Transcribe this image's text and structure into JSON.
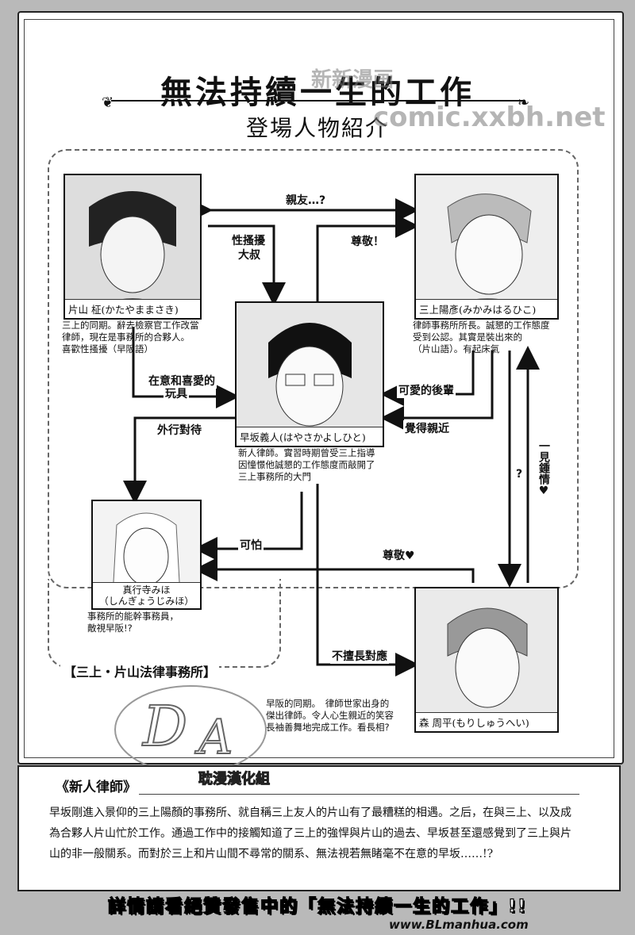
{
  "header": {
    "title": "無法持續一生的工作",
    "subtitle": "登場人物紹介",
    "watermark_cn": "新新漫画",
    "watermark_url": "comic.xxbh.net"
  },
  "characters": {
    "katayama": {
      "name": "片山 柾(かたやままさき)",
      "desc": [
        "三上的同期。辭去檢察官工作改當",
        "律師，現在是事務所的合夥人。",
        "喜歡性搔擾（早阪語）"
      ]
    },
    "mikami": {
      "name": "三上陽彥(みかみはるひこ)",
      "desc": [
        "律師事務所所長。誠懇的工作態度",
        "受到公認。其實是裝出來的",
        "（片山語）。有起床氣"
      ]
    },
    "hayasaka": {
      "name": "早坂義人(はやさかよしひと)",
      "desc": [
        "新人律師。實習時期曾受三上指導",
        "因憧憬他誠懇的工作態度而敲開了",
        "三上事務所的大門"
      ]
    },
    "shingyouji": {
      "name": "真行寺みほ",
      "kana": "（しんぎょうじみほ）",
      "desc": [
        "事務所的能幹事務員，",
        "敵視早阪!?"
      ]
    },
    "mori": {
      "name": "森 周平(もりしゅうへい)",
      "desc": [
        "早阪的同期。　律師世家出身的",
        "傑出律師。令人心生親近的笑容",
        "長袖善舞地完成工作。看長相?"
      ]
    }
  },
  "relations": {
    "friend": "親友…?",
    "harass": "性搔擾",
    "uncle": "大叔",
    "respect": "尊敬！",
    "care1": "在意和喜愛的",
    "care2": "玩具",
    "cute_junior": "可愛的後輩",
    "feel_close": "覺得親近",
    "outsider": "外行對待",
    "scary": "可怕",
    "respect_heart": "尊敬♥",
    "love_first": "一見鍾情♥",
    "question": "?",
    "bad_handle": "不擅長對應"
  },
  "office_name": "【三上・片山法律事務所】",
  "lower": {
    "heading": "《新人律師》",
    "body": "早坂剛進入景仰的三上陽顏的事務所、就自稱三上友人的片山有了最糟糕的相遇。之后，在與三上、以及成為合夥人片山忙於工作。通過工作中的接觸知道了三上的強悍與片山的過去、早坂甚至還感覺到了三上與片山的非一般關系。而對於三上和片山間不尋常的關系、無法視若無睹毫不在意的早坂……!?"
  },
  "logo_text": "耽漫漢化組",
  "banner": "詳情請看絕贊發售中的「無法持續一生的工作」!!",
  "site_bottom": "www.BLmanhua.com"
}
